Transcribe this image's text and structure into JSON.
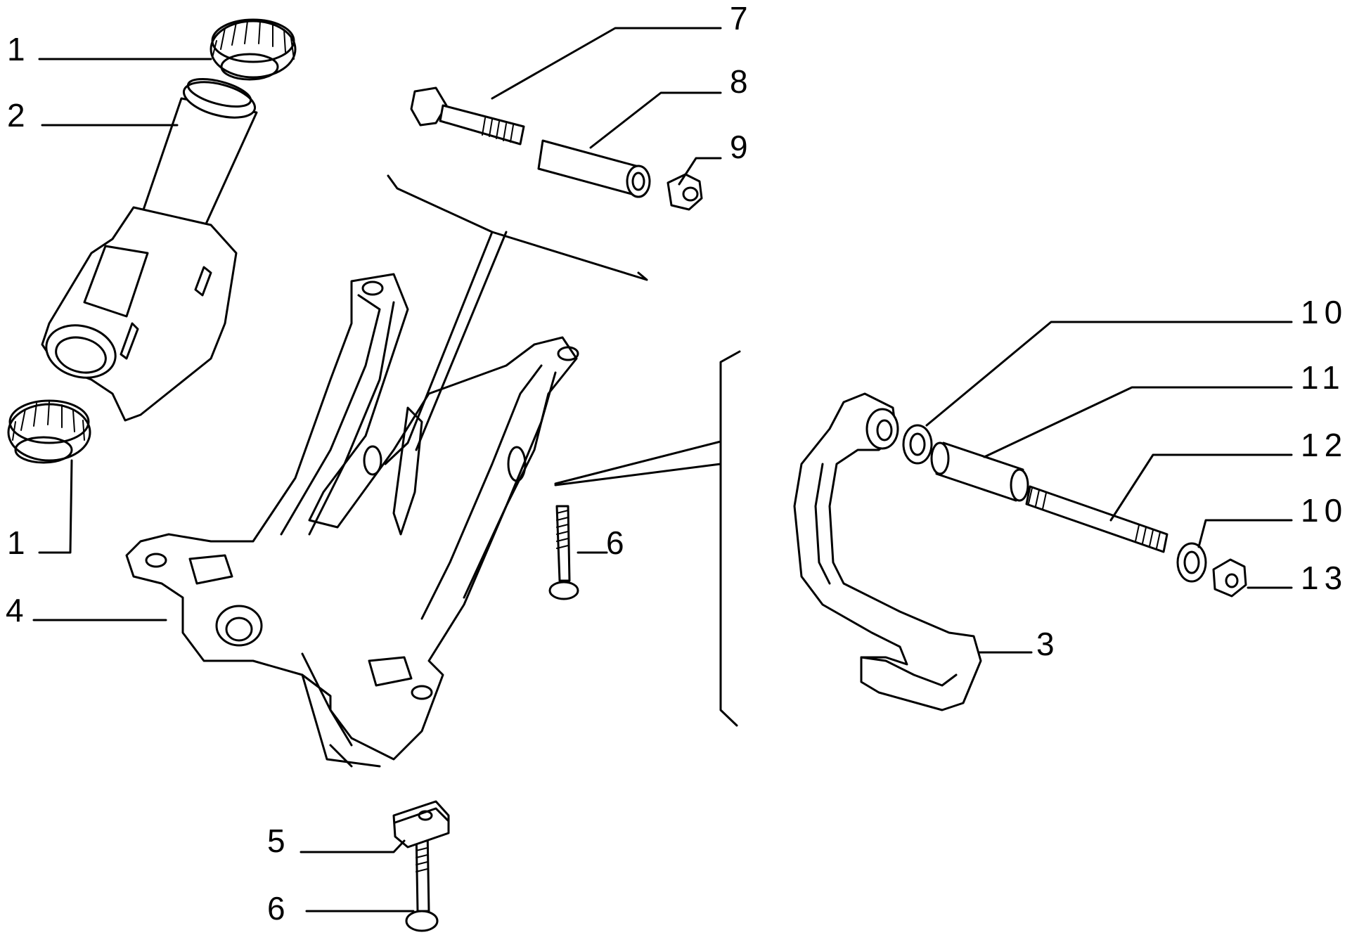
{
  "diagram": {
    "callouts": [
      {
        "id": "c1a",
        "text": "1"
      },
      {
        "id": "c2",
        "text": "2"
      },
      {
        "id": "c1b",
        "text": "1"
      },
      {
        "id": "c4",
        "text": "4"
      },
      {
        "id": "c7",
        "text": "7"
      },
      {
        "id": "c8",
        "text": "8"
      },
      {
        "id": "c9",
        "text": "9"
      },
      {
        "id": "c6a",
        "text": "6"
      },
      {
        "id": "c5",
        "text": "5"
      },
      {
        "id": "c6b",
        "text": "6"
      },
      {
        "id": "c10a",
        "text": "10"
      },
      {
        "id": "c11",
        "text": "11"
      },
      {
        "id": "c12",
        "text": "12"
      },
      {
        "id": "c10b",
        "text": "10"
      },
      {
        "id": "c13",
        "text": "13"
      },
      {
        "id": "c3",
        "text": "3"
      }
    ]
  }
}
